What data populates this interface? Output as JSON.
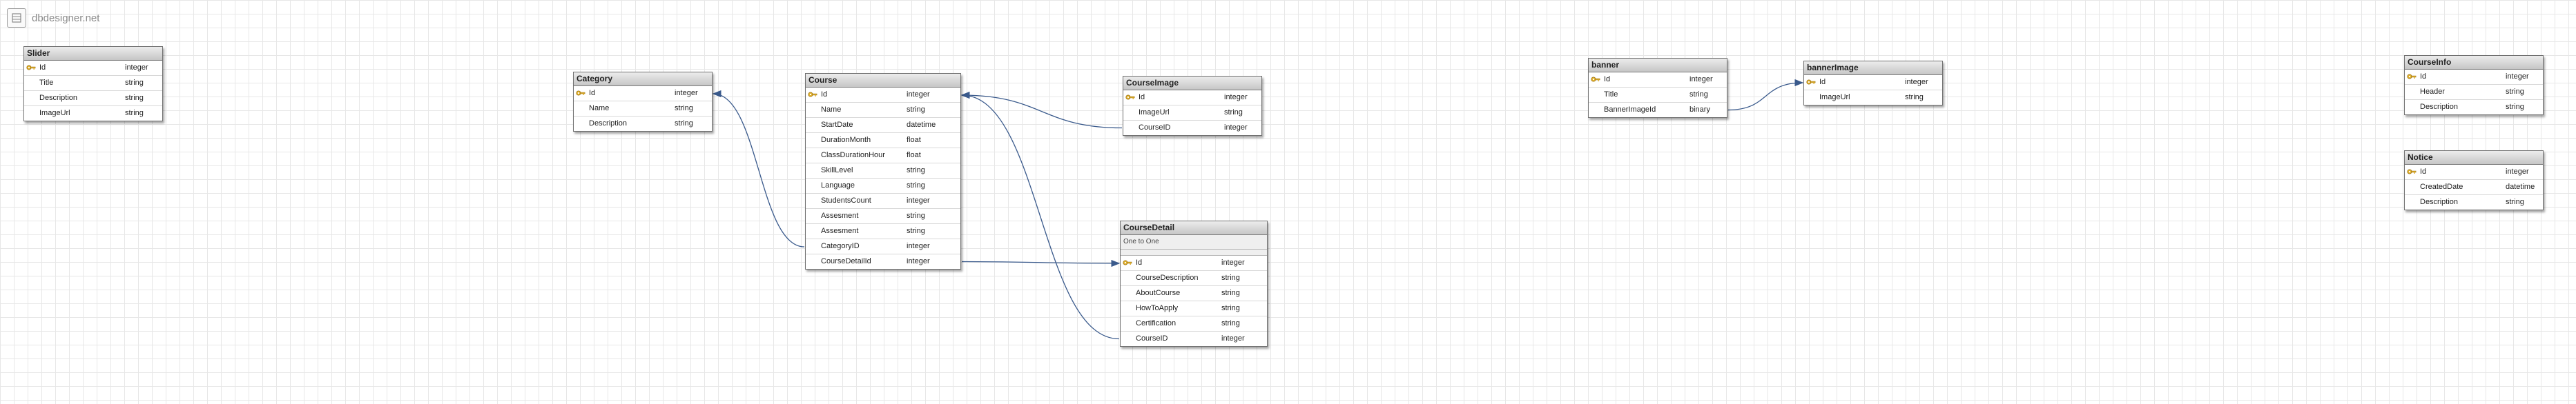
{
  "app": {
    "name": "dbdesigner.net"
  },
  "tables": [
    {
      "id": "slider",
      "name": "Slider",
      "note": null,
      "fields": [
        {
          "name": "Id",
          "type": "integer",
          "pk": true
        },
        {
          "name": "Title",
          "type": "string",
          "pk": false
        },
        {
          "name": "Description",
          "type": "string",
          "pk": false
        },
        {
          "name": "ImageUrl",
          "type": "string",
          "pk": false
        }
      ]
    },
    {
      "id": "category",
      "name": "Category",
      "note": null,
      "fields": [
        {
          "name": "Id",
          "type": "integer",
          "pk": true
        },
        {
          "name": "Name",
          "type": "string",
          "pk": false
        },
        {
          "name": "Description",
          "type": "string",
          "pk": false
        }
      ]
    },
    {
      "id": "course",
      "name": "Course",
      "note": null,
      "fields": [
        {
          "name": "Id",
          "type": "integer",
          "pk": true
        },
        {
          "name": "Name",
          "type": "string",
          "pk": false
        },
        {
          "name": "StartDate",
          "type": "datetime",
          "pk": false
        },
        {
          "name": "DurationMonth",
          "type": "float",
          "pk": false
        },
        {
          "name": "ClassDurationHour",
          "type": "float",
          "pk": false
        },
        {
          "name": "SkillLevel",
          "type": "string",
          "pk": false
        },
        {
          "name": "Language",
          "type": "string",
          "pk": false
        },
        {
          "name": "StudentsCount",
          "type": "integer",
          "pk": false
        },
        {
          "name": "Assesment",
          "type": "string",
          "pk": false
        },
        {
          "name": "Assesment",
          "type": "string",
          "pk": false
        },
        {
          "name": "CategoryID",
          "type": "integer",
          "pk": false
        },
        {
          "name": "CourseDetailId",
          "type": "integer",
          "pk": false
        }
      ]
    },
    {
      "id": "courseimage",
      "name": "CourseImage",
      "note": null,
      "fields": [
        {
          "name": "Id",
          "type": "integer",
          "pk": true
        },
        {
          "name": "ImageUrl",
          "type": "string",
          "pk": false
        },
        {
          "name": "CourseID",
          "type": "integer",
          "pk": false
        }
      ]
    },
    {
      "id": "coursedetail",
      "name": "CourseDetail",
      "note": "One to One",
      "fields": [
        {
          "name": "Id",
          "type": "integer",
          "pk": true
        },
        {
          "name": "CourseDescription",
          "type": "string",
          "pk": false
        },
        {
          "name": "AboutCourse",
          "type": "string",
          "pk": false
        },
        {
          "name": "HowToApply",
          "type": "string",
          "pk": false
        },
        {
          "name": "Certification",
          "type": "string",
          "pk": false
        },
        {
          "name": "CourseID",
          "type": "integer",
          "pk": false
        }
      ]
    },
    {
      "id": "banner",
      "name": "banner",
      "note": null,
      "fields": [
        {
          "name": "Id",
          "type": "integer",
          "pk": true
        },
        {
          "name": "Title",
          "type": "string",
          "pk": false
        },
        {
          "name": "BannerImageId",
          "type": "binary",
          "pk": false
        }
      ]
    },
    {
      "id": "bannerimage",
      "name": "bannerImage",
      "note": null,
      "fields": [
        {
          "name": "Id",
          "type": "integer",
          "pk": true
        },
        {
          "name": "ImageUrl",
          "type": "string",
          "pk": false
        }
      ]
    },
    {
      "id": "courseinfo",
      "name": "CourseInfo",
      "note": null,
      "fields": [
        {
          "name": "Id",
          "type": "integer",
          "pk": true
        },
        {
          "name": "Header",
          "type": "string",
          "pk": false
        },
        {
          "name": "Description",
          "type": "string",
          "pk": false
        }
      ]
    },
    {
      "id": "notice",
      "name": "Notice",
      "note": null,
      "fields": [
        {
          "name": "Id",
          "type": "integer",
          "pk": true
        },
        {
          "name": "CreatedDate",
          "type": "datetime",
          "pk": false
        },
        {
          "name": "Description",
          "type": "string",
          "pk": false
        }
      ]
    }
  ],
  "relations": [
    {
      "from_table": "course",
      "from_field": 10,
      "to_table": "category",
      "to_field": 0
    },
    {
      "from_table": "courseimage",
      "from_field": 2,
      "to_table": "course",
      "to_field": 0
    },
    {
      "from_table": "coursedetail",
      "from_field": 5,
      "to_table": "course",
      "to_field": 0
    },
    {
      "from_table": "course",
      "from_field": 11,
      "to_table": "coursedetail",
      "to_field": 0
    },
    {
      "from_table": "banner",
      "from_field": 2,
      "to_table": "bannerimage",
      "to_field": 0
    }
  ],
  "colors": {
    "link": "#3a5a8c",
    "key": "#e0b02a"
  }
}
